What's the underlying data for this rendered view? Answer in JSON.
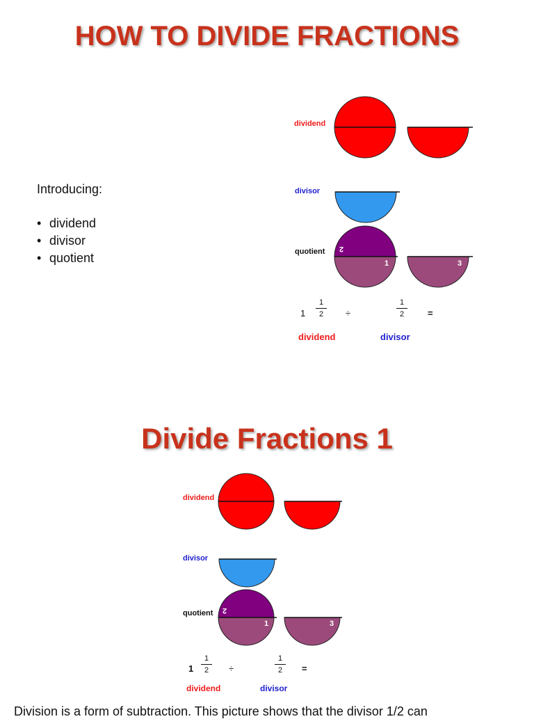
{
  "slide1": {
    "title": "HOW TO DIVIDE FRACTIONS",
    "intro_heading": "Introducing:",
    "intro_items": [
      "dividend",
      "divisor",
      "quotient"
    ],
    "labels": {
      "dividend": "dividend",
      "divisor": "divisor",
      "quotient": "quotient"
    },
    "quotient_marks": {
      "upper": "2",
      "lower_left": "1",
      "lower_right": "3"
    },
    "equation": {
      "whole": "1",
      "dividend_num": "1",
      "dividend_den": "2",
      "operator": "÷",
      "divisor_num": "1",
      "divisor_den": "2",
      "equals": "=",
      "dividend_label": "dividend",
      "divisor_label": "divisor"
    }
  },
  "slide2": {
    "title": "Divide Fractions 1",
    "labels": {
      "dividend": "dividend",
      "divisor": "divisor",
      "quotient": "quotient"
    },
    "quotient_marks": {
      "upper": "2",
      "lower_left": "1",
      "lower_right": "3"
    },
    "equation": {
      "whole": "1",
      "dividend_num": "1",
      "dividend_den": "2",
      "operator": "÷",
      "divisor_num": "1",
      "divisor_den": "2",
      "equals": "=",
      "dividend_label": "dividend",
      "divisor_label": "divisor"
    },
    "bottom_text": "Division is a form of subtraction. This picture shows that the divisor 1/2 can"
  },
  "colors": {
    "title": "#c8321c",
    "dividend_red": "#ff0000",
    "divisor_blue": "#3399ee",
    "quotient_purple": "#800080",
    "quotient_mauve": "#9c4a7c",
    "label_red": "#ee1c1c",
    "label_blue": "#1f1fd0"
  }
}
